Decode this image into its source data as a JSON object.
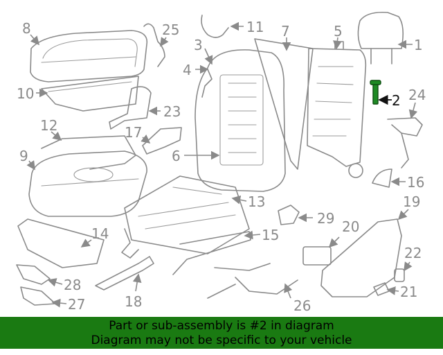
{
  "callouts": {
    "c1": "1",
    "c2": "2",
    "c3": "3",
    "c4": "4",
    "c5": "5",
    "c6": "6",
    "c7": "7",
    "c8": "8",
    "c9": "9",
    "c10": "10",
    "c11": "11",
    "c12": "12",
    "c13": "13",
    "c14": "14",
    "c15": "15",
    "c16": "16",
    "c17": "17",
    "c18": "18",
    "c19": "19",
    "c20": "20",
    "c21": "21",
    "c22": "22",
    "c23": "23",
    "c24": "24",
    "c25": "25",
    "c26": "26",
    "c27": "27",
    "c28": "28",
    "c29": "29"
  },
  "highlight": {
    "part_number": "2",
    "color": "#1e8a24"
  },
  "banner": {
    "line1": "Part or sub-assembly is #2 in diagram",
    "line2": "Diagram may not be specific to your vehicle",
    "background": "#1a7a12"
  }
}
